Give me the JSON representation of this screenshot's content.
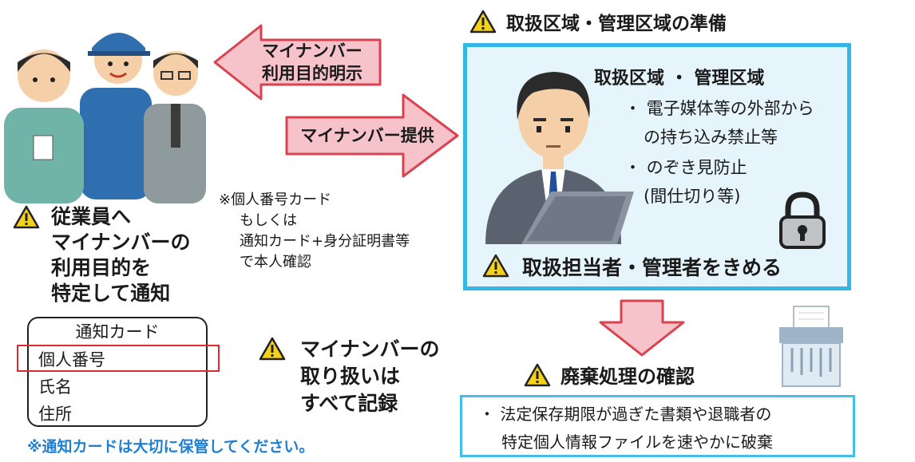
{
  "arrows": {
    "purpose_line1": "マイナンバー",
    "purpose_line2": "利用目的明示",
    "provide": "マイナンバー提供"
  },
  "id_check": {
    "line1": "※個人番号カード",
    "line2": "もしくは",
    "line3": "通知カード+身分証明書等",
    "line4": "で本人確認"
  },
  "employee_notice": {
    "line1": "従業員へ",
    "line2": "マイナンバーの",
    "line3": "利用目的を",
    "line4": "特定して通知"
  },
  "notification_card": {
    "title": "通知カード",
    "row1": "個人番号",
    "row2": "氏名",
    "row3": "住所"
  },
  "card_note": "※通知カードは大切に保管してください。",
  "record_notice": {
    "line1": "マイナンバーの",
    "line2": "取り扱いは",
    "line3": "すべて記録"
  },
  "zone_heading": "取扱区域・管理区域の準備",
  "zone_box": {
    "title": "取扱区域 ・ 管理区域",
    "bullet1_line1": "・ 電子媒体等の外部から",
    "bullet1_line2": "の持ち込み禁止等",
    "bullet2_line1": "・ のぞき見防止",
    "bullet2_line2": "(間仕切り等)",
    "staff_heading": "取扱担当者・管理者をきめる"
  },
  "disposal": {
    "heading": "廃棄処理の確認",
    "line1": "・ 法定保存期限が過ぎた書類や退職者の",
    "line2": "特定個人情報ファイルを速やかに破棄"
  },
  "colors": {
    "arrow_fill": "#f6c3cb",
    "arrow_stroke": "#d9434f",
    "warn_yellow": "#f5d21a",
    "box_border": "#33b8e6",
    "box_fill": "#e6f4fb",
    "note_red": "#1f7fd1",
    "highlight_red": "#e0282f"
  }
}
